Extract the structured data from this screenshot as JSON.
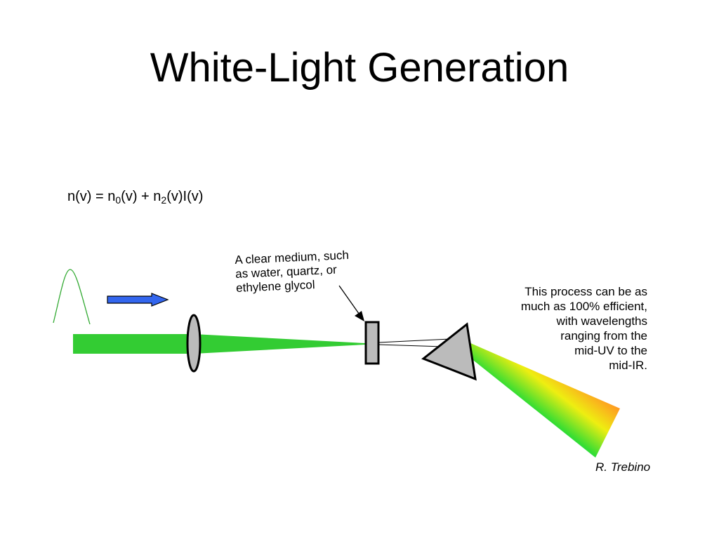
{
  "slide": {
    "title": "White-Light Generation",
    "credit": "R. Trebino"
  },
  "equation": {
    "lhs": "n(v) = n",
    "sub0": "0",
    "mid": "(v) + n",
    "sub2": "2",
    "rhs": "(v)I(v)"
  },
  "annotations": {
    "medium": "A clear medium, such\nas water, quartz, or\nethylene glycol",
    "process": "This process can be as\nmuch as 100% efficient,\nwith wavelengths\nranging from the\nmid-UV to the\nmid-IR."
  },
  "colors": {
    "beam": "#33cc33",
    "arrow": "#3366ee",
    "pulse": "#33aa33",
    "optic_fill": "#bbbbbb",
    "spectrum": [
      "#3366ff",
      "#22ccdd",
      "#33dd33",
      "#eeee11",
      "#ff9922",
      "#ff44aa"
    ]
  }
}
